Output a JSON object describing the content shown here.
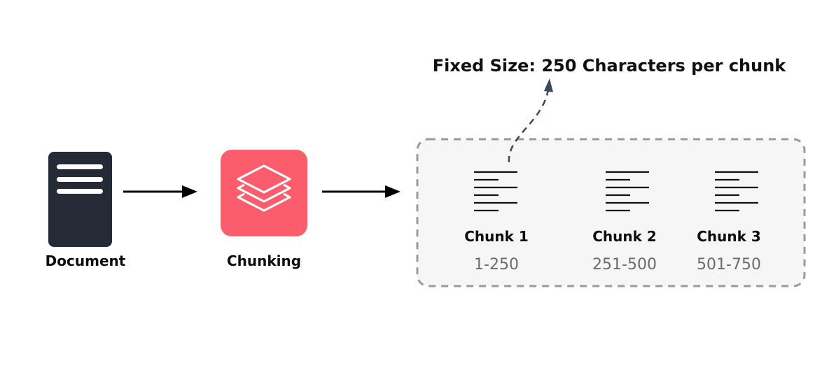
{
  "title": "Fixed Size: 250 Characters per chunk",
  "document": {
    "label": "Document",
    "icon": "document-icon",
    "color": "#252b36"
  },
  "chunking": {
    "label": "Chunking",
    "icon": "layers-icon",
    "color": "#fc5d6d"
  },
  "chunks_panel": {
    "background": "#f6f6f6",
    "border_color": "#9a9a9a",
    "chunks": [
      {
        "name": "Chunk 1",
        "range": "1-250",
        "icon": "text-lines-icon"
      },
      {
        "name": "Chunk 2",
        "range": "251-500",
        "icon": "text-lines-icon"
      },
      {
        "name": "Chunk 3",
        "range": "501-750",
        "icon": "text-lines-icon"
      }
    ]
  },
  "annotation_arrow_color": "#3a4a5c"
}
